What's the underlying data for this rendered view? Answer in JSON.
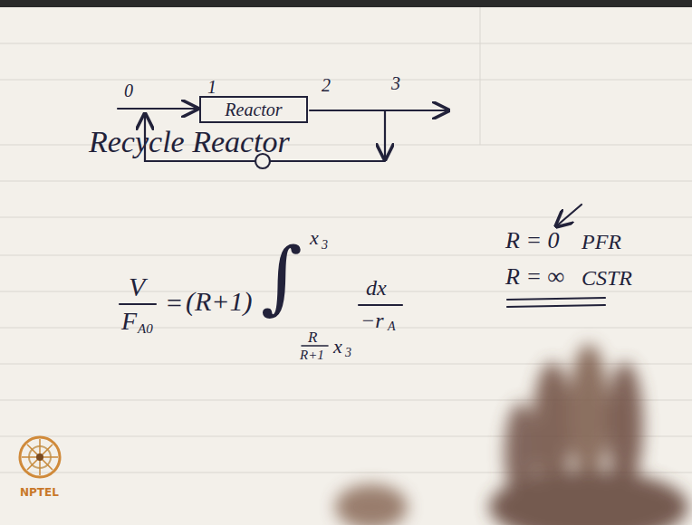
{
  "diagram": {
    "title": "Recycle Reactor",
    "nodes": [
      {
        "text": [
          "Reactor"
        ]
      }
    ],
    "labels": [
      "0",
      "1",
      "2",
      "3",
      "V",
      "F",
      "A0",
      "=",
      "(R+1)",
      "∫",
      "x",
      "3",
      "R",
      "R+1",
      "x",
      "3",
      "dx",
      "−r",
      "A",
      "R = 0",
      "PFR",
      "R = ∞",
      "CSTR",
      "NPTEL"
    ]
  }
}
